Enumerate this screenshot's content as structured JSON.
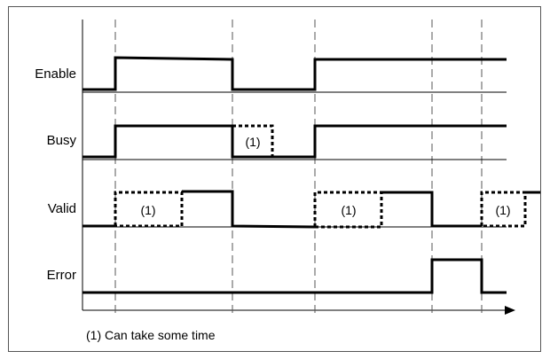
{
  "signals": [
    {
      "label": "Enable"
    },
    {
      "label": "Busy"
    },
    {
      "label": "Valid"
    },
    {
      "label": "Error"
    }
  ],
  "annotations": {
    "busy_note": "(1)",
    "valid_note_1": "(1)",
    "valid_note_2": "(1)",
    "valid_note_3": "(1)"
  },
  "footnote": "(1) Can take some time",
  "colors": {
    "line": "#000000",
    "guide": "#555555",
    "frame": "#555555"
  }
}
